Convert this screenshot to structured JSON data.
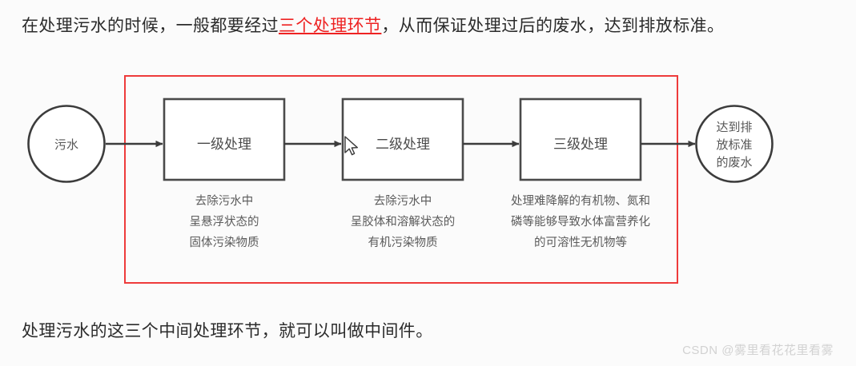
{
  "page": {
    "background_color": "#fbfbfb",
    "highlight_color": "#ee2222",
    "text_color": "#2b2b2b"
  },
  "top_paragraph": {
    "before": "在处理污水的时候，一般都要经过",
    "highlight": "三个处理环节",
    "after": "，从而保证处理过后的废水，达到排放标准。"
  },
  "bottom_paragraph": {
    "text": "处理污水的这三个中间处理环节，就可以叫做中间件。"
  },
  "diagram": {
    "start_node": {
      "label": "污水"
    },
    "end_node": {
      "line1": "达到排",
      "line2": "放标准",
      "line3": "的废水"
    },
    "stages": [
      {
        "title": "一级处理",
        "caption": [
          "去除污水中",
          "呈悬浮状态的",
          "固体污染物质"
        ]
      },
      {
        "title": "二级处理",
        "caption": [
          "去除污水中",
          "呈胶体和溶解状态的",
          "有机污染物质"
        ]
      },
      {
        "title": "三级处理",
        "caption": [
          "处理难降解的有机物、氮和",
          "磷等能够导致水体富营养化",
          "的可溶性无机物等"
        ]
      }
    ],
    "highlight_box": {
      "stroke_color": "#ee3b3b"
    },
    "shape_stroke_color": "#4a4a4a"
  },
  "watermark": {
    "text": "CSDN @雾里看花花里看雾"
  }
}
